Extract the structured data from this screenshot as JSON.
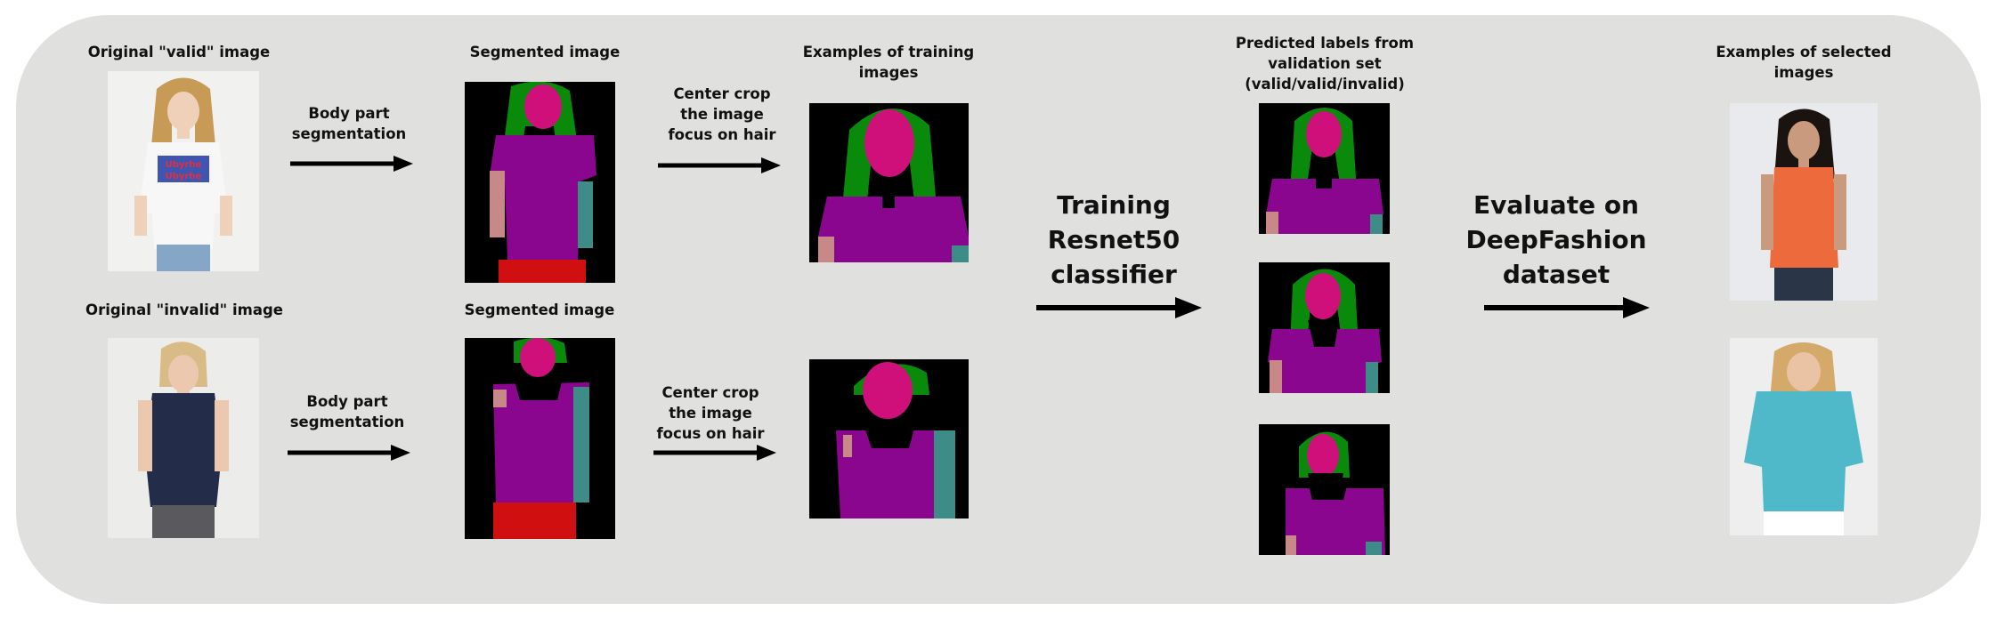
{
  "labels": {
    "original_valid": "Original \"valid\" image",
    "original_invalid": "Original \"invalid\" image",
    "segmented_top": "Segmented image",
    "segmented_bottom": "Segmented image",
    "body_part_top": "Body part\nsegmentation",
    "body_part_bottom": "Body part\nsegmentation",
    "center_crop_top": "Center crop\nthe image\nfocus on hair",
    "center_crop_bottom": "Center crop\nthe image\nfocus on hair",
    "training_examples": "Examples of training images",
    "predicted_labels": "Predicted labels from\nvalidation set\n(valid/valid/invalid)",
    "selected_examples": "Examples of selected\nimages"
  },
  "steps": {
    "training": "Training\nResnet50\nclassifier",
    "evaluate": "Evaluate on\nDeepFashion\ndataset"
  },
  "photo_text": {
    "shirt_print": "Ubyrhe\nUbyrhe"
  },
  "segmentation_colors": {
    "background": "#000000",
    "hair": "#0a8a0a",
    "face": "#d0107a",
    "torso": "#8a068e",
    "arm": "#c98888",
    "other_arm": "#3d8c88",
    "legs": "#d01010"
  }
}
